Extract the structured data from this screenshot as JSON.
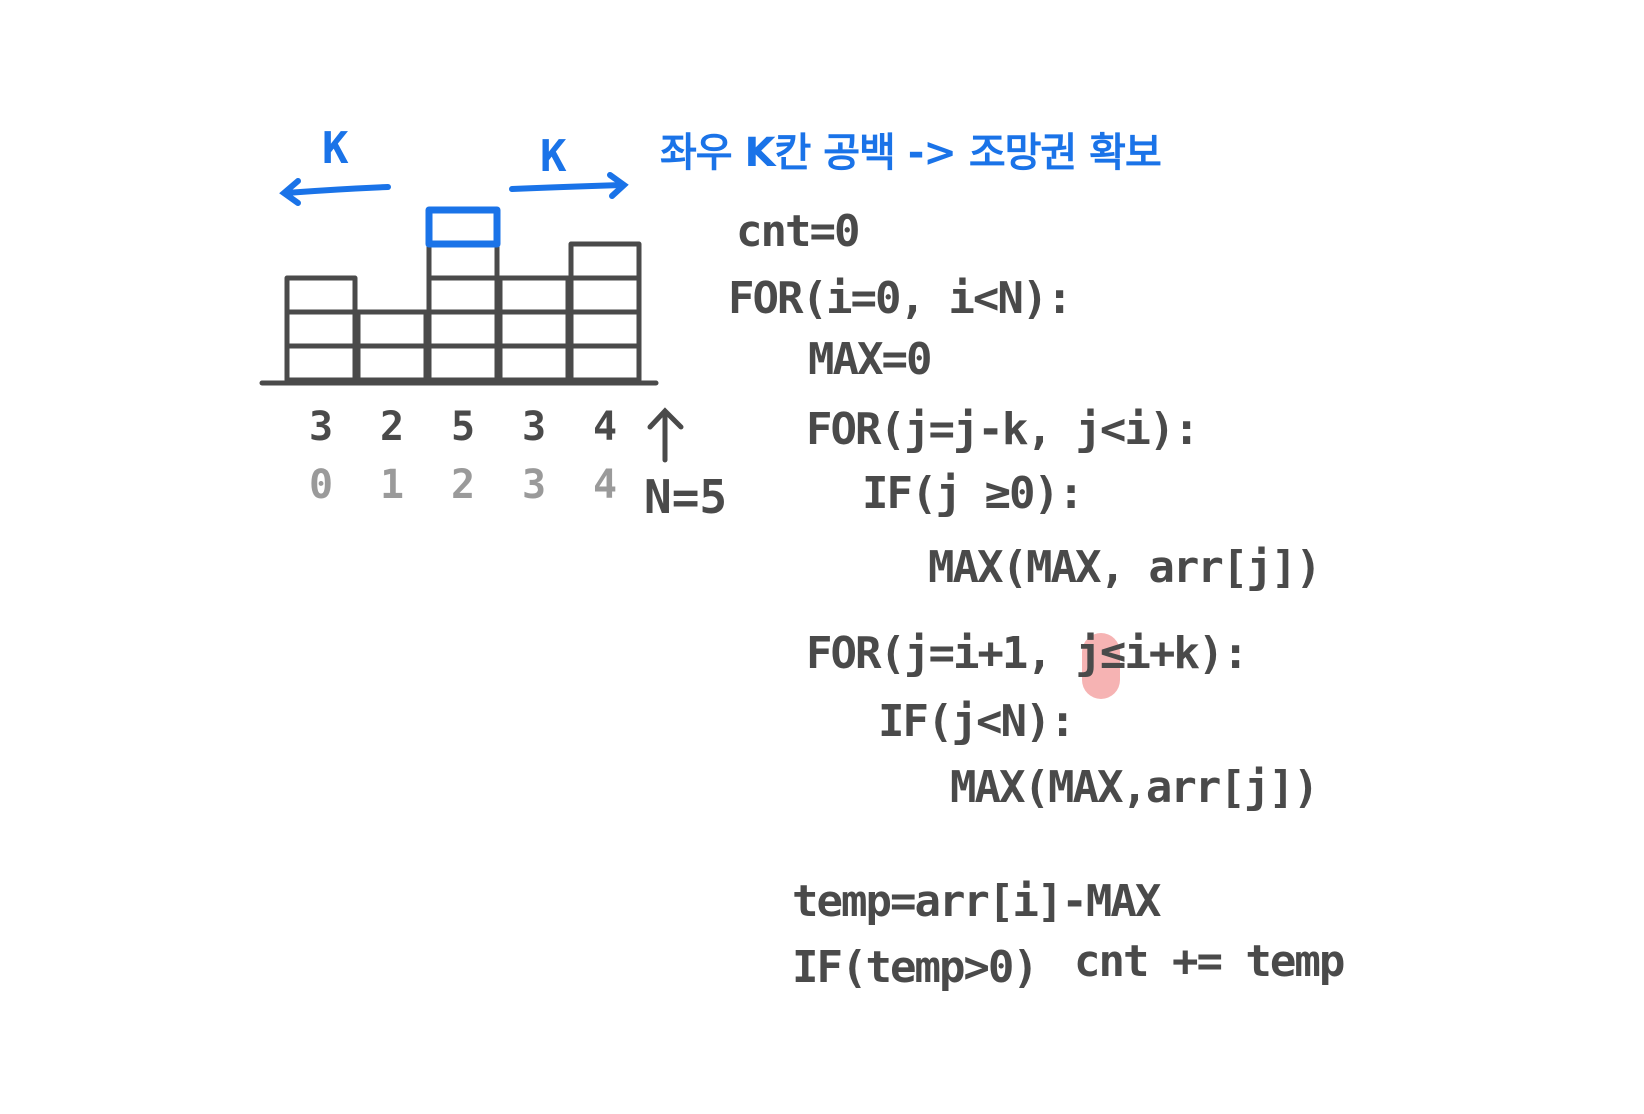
{
  "annotation": {
    "k_left": "K",
    "k_right": "K",
    "note": "좌우 K칸 공백 -> 조망권 확보"
  },
  "bars": {
    "heights": [
      3,
      2,
      5,
      3,
      4
    ],
    "values_row": [
      "3",
      "2",
      "5",
      "3",
      "4"
    ],
    "index_row": [
      "0",
      "1",
      "2",
      "3",
      "4"
    ],
    "highlighted_index": 2,
    "n_label": "N=5",
    "up_arrow": "↑"
  },
  "colors": {
    "ink": "#4a4a4a",
    "accent": "#1a73e8",
    "index_gray": "#9a9a9a",
    "highlight": "#f4a6a6"
  },
  "code": {
    "l1": "cnt=0",
    "l2": "FOR(i=0, i<N):",
    "l3": "MAX=0",
    "l4": "FOR(j=j-k, j<i):",
    "l5": "IF(j ≥0):",
    "l6": "MAX(MAX, arr[j])",
    "l7": "FOR(j=i+1, j≤i+k):",
    "l8": "IF(j<N):",
    "l9": "MAX(MAX,arr[j])",
    "l10": "temp=arr[i]-MAX",
    "l11a": "IF(temp>0)",
    "l11b": "cnt += temp"
  }
}
